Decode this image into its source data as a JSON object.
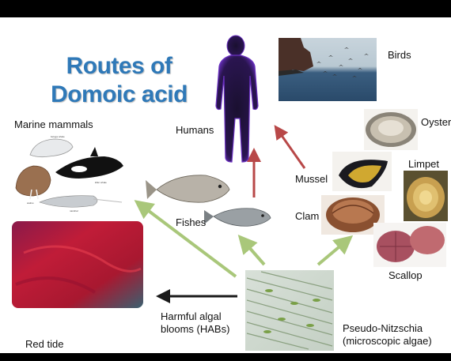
{
  "title_line1": "Routes of",
  "title_line2": "Domoic acid",
  "labels": {
    "humans": "Humans",
    "birds": "Birds",
    "marine_mammals": "Marine mammals",
    "fishes": "Fishes",
    "mussel": "Mussel",
    "oyster": "Oyster",
    "limpet": "Limpet",
    "clam": "Clam",
    "scallop": "Scallop",
    "habs_line1": "Harmful algal",
    "habs_line2": "blooms (HABs)",
    "red_tide": "Red tide",
    "pseudo_line1": "Pseudo-Nitzschia",
    "pseudo_line2": "(microscopic algae)"
  },
  "mammal_captions": {
    "beluga": "beluga whale",
    "orca": "killer whale",
    "walrus": "walrus",
    "narwhal": "narwhal"
  },
  "colors": {
    "title": "#2f79b8",
    "arrow_green": "#a9c77a",
    "arrow_red": "#b84848",
    "arrow_black": "#1a1a1a",
    "red_tide_water": "#c8202e",
    "human_silhouette": "#1a1030"
  }
}
